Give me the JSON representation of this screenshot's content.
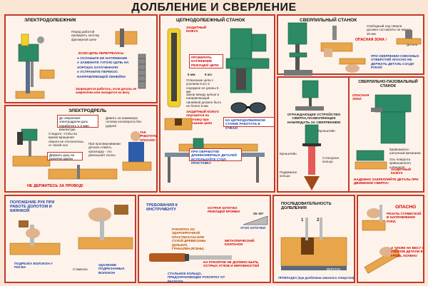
{
  "title": "ДОЛБЛЕНИЕ И СВЕРЛЕНИЕ",
  "electro_slotter": {
    "title": "ЭЛЕКТРОДОЛБЕЖНИК",
    "note_check": "Перед работой проверить заточку фрезерной цепи",
    "if_overheated": "ЕСЛИ ЦЕПЬ ПЕРЕГРЕЛАСЬ:",
    "bullets": [
      "ОСЛАБЬТЕ ЕЕ НАТЯЖЕНИЕ",
      "ЗАМЕНИТЕ ТУПУЮ ЦЕПЬ НА ХОРОШО ЗАТОЧЕННУЮ",
      "УСТРАНИТЕ ПЕРЕКОС НАПРАВЛЯЮЩЕЙ ЛИНЕЙКИ"
    ],
    "warning": "Запрещается работать, если деталь не закреплена или находится на весу"
  },
  "electro_drill": {
    "title": "ЭЛЕКТРОДРЕЛЬ",
    "note_before": "До сверления электродрели дать поработать 1-2 мин вхолостую",
    "note_pressure": "Давить на нажимную головку коловорота без ударов",
    "note_watch": "Следите, чтобы во время вращения сверла не отклонялась от своей оси",
    "note_hold": "Держать руку на рукоятке дрели",
    "note_long": "При просверливании детали ставить прокладку - это уменьшает сколы",
    "dangerous": "ТАК РАБОТАТЬ ОПАСНО!",
    "no_pull": "НЕ ДЕРЖИТЕСЬ ЗА ПРОВОД!"
  },
  "chain_slotter": {
    "title": "ЦЕПНОДОЛБЕЖНЫЙ СТАНОК",
    "guard_label": "ЗАЩИТНЫЙ КОЖУХ",
    "check_tension": "ПРОВЕРИТЬ НАТЯЖЕНИЕ РЕЖУЩЕЙ ЦЕПИ",
    "sag_label": "5 мм",
    "force_label": "5 кгс",
    "note_tension": "Отвисание цепи с усилием 5 кгс в середине ее длины 5 мм",
    "note_gap": "Зазор между цепью и направляющей линейкой должен быть не более 5 мм",
    "guard2": "ЗАЩИТНЫЙ КОЖУХ опускается на заготовку при опускании цепи",
    "goggles": "НА ЦЕПНОДОЛБЕЖНОМ СТАНКЕ РАБОТАТЬ В ОЧКАХ!",
    "long_parts": "ПРИ ОБРАБОТКЕ ДЛИННОМЕРНЫХ ДЕТАЛЕЙ ИСПОЛЬЗУЙТЕ СТОЛ-ПРИСТАВКУ"
  },
  "drill_press": {
    "title": "СВЕРЛИЛЬНЫЙ СТАНОК",
    "clearance": "Свободный ход сверла должен составлять не менее 20 мм",
    "danger_zone": "ОПАСНАЯ ЗОНА !",
    "detail_label": "Деталь",
    "through_holes": "ПРИ СВЕРЛЕНИИ СКВОЗНЫХ ОТВЕРСТИЙ ОПАСНО НЕ ДЕРЖАТЬ ДЕТАЛЬ СЗАДИ РУКОЙ"
  },
  "guard_device": {
    "title": "ОГРАЖДАЮЩЕЕ УСТРОЙСТВО СВЕРЛА,ПОЗВОЛЯЮЩЕЕ НАБЛЮДАТЬ ЗА СВЕРЛЕНИЕМ",
    "labels": [
      "Кронштейн",
      "Кронштейн",
      "Стопорное кольцо",
      "Подвижное кольцо"
    ]
  },
  "slot_drill": {
    "title": "СВЕРЛИЛЬНО-ПАЗОВАЛЬНЫЙ СТАНОК",
    "danger_zone": "ОПАСНАЯ ЗОНА",
    "chuck_note": "Кривошипно-шатунный механизм",
    "axis_note": "Ось поворота кривошипного шпинделя",
    "guard_note": "ЗАЩИТНЫЙ КОЖУХ",
    "dont_touch": "НАДЕЖНО ЗАКРЕПЛЯЙТЕ ДЕТАЛЬ ПРИ ДВИЖЕНИИ СВЕРЛА!"
  },
  "hand_position": {
    "title": "ПОЛОЖЕНИЕ РУК ПРИ РАБОТЕ ДОЛОТОМ И КИЯНКОЙ",
    "label_left": "ПОДРЕЗКА ВОЛОКОН У РИСКИ",
    "label_right": "УДАЛЕНИЕ ПОДРЕЗАННЫХ ВОЛОКОН",
    "label_mid": "Стамеска"
  },
  "tool_requirements": {
    "title": "ТРЕБОВАНИЯ К ИНСТРУМЕНТУ",
    "sharp": "ОСТРАЯ ЗАТОЧКА РЕЖУЩЕЙ КРОМКИ",
    "angle": "25–30°",
    "angle_label": "УГОЛ ЗАТОЧКИ",
    "handle": "РУКОЯТКА ИЗ УДАРОПРОЧНОЙ ПЛАСТМАССЫ ИЛИ СУХОЙ ДРЕВЕСИНЫ (ДУБ,БУК, ГРАБ,КЛЕН,ЯСЕНЬ)",
    "ring": "МЕТАЛЛИЧЕСКИЙ КОЛПАЧОК",
    "no_burrs": "НА РУКОЯТКЕ НЕ ДОЛЖНО БЫТЬ ОСТРЫХ УГЛОВ И НЕРОВНОСТЕЙ",
    "steel_ring": "СТАЛЬНОЕ КОЛЬЦО, ПРЕДОХРАНЯЮЩЕЕ РУКОЯТКУ ОТ РАСКОЛА"
  },
  "sequence": {
    "title": "ПОСЛЕДОВАТЕЛЬНОСТЬ ДОЛБЛЕНИЯ",
    "step1": "1",
    "step2": "2",
    "verstak": "ВЕРСТАК",
    "gasket": "ПРОКЛАДКА (при долблении сквозного отверстия)"
  },
  "danger": {
    "title": "ОПАСНО",
    "subtitle": "РЕЗАТЬ СТАМЕСКОЙ В НАПРАВЛЕНИИ РУКИ,",
    "also": "А ТАКЖЕ НА ВЕСУ С УПОРОМ ДЕТАЛИ В ГРУДЬ, КОЛЕНО"
  },
  "colors": {
    "frame": "#c0392b",
    "machine": "#2c8a66",
    "wood": "#e9a54a",
    "danger": "#d40000",
    "note": "#1b3fa8"
  }
}
